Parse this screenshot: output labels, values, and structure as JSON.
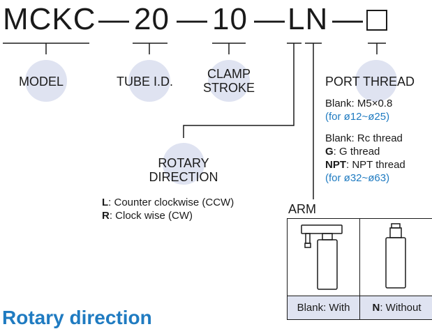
{
  "code": {
    "seg1": "MCKC",
    "sep1": "—",
    "seg2": "20",
    "sep2": "—",
    "seg3": "10",
    "sep3": "—",
    "seg4": "LN",
    "sep4": "—"
  },
  "labels": {
    "model": "MODEL",
    "tube": "TUBE I.D.",
    "clamp_line1": "CLAMP",
    "clamp_line2": "STROKE",
    "port": "PORT THREAD",
    "rotary_line1": "ROTARY",
    "rotary_line2": "DIRECTION",
    "arm": "ARM"
  },
  "port_thread": {
    "line1": "Blank: M5×0.8",
    "line2": "(for ø12~ø25)",
    "line3": "Blank: Rc thread",
    "line4_key": "G",
    "line4_val": ": G thread",
    "line5_key": "NPT",
    "line5_val": ": NPT thread",
    "line6": "(for ø32~ø63)"
  },
  "rotary": {
    "l_key": "L",
    "l_val": ": Counter clockwise (CCW)",
    "r_key": "R",
    "r_val": ": Clock wise (CW)"
  },
  "arm": {
    "with_label": "Blank: With",
    "without_key": "N",
    "without_val": ": Without"
  },
  "section_heading": "Rotary direction",
  "colors": {
    "bubble": "#dfe3f1",
    "accent_blue": "#1f7bc1",
    "text": "#1a1a1a"
  }
}
